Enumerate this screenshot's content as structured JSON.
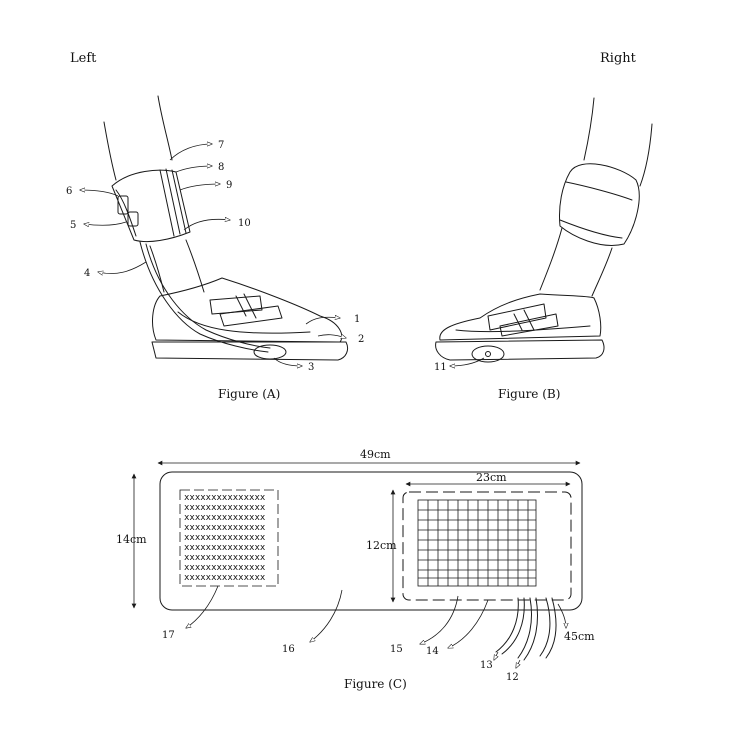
{
  "headers": {
    "left": "Left",
    "right": "Right"
  },
  "captions": {
    "a": "Figure (A)",
    "b": "Figure (B)",
    "c": "Figure (C)"
  },
  "callouts": {
    "n1": "1",
    "n2": "2",
    "n3": "3",
    "n4": "4",
    "n5": "5",
    "n6": "6",
    "n7": "7",
    "n8": "8",
    "n9": "9",
    "n10": "10",
    "n11": "11",
    "n12": "12",
    "n13": "13",
    "n14": "14",
    "n15": "15",
    "n16": "16",
    "n17": "17"
  },
  "dimensions": {
    "width_total": "49cm",
    "height_total": "14cm",
    "inner_width": "23cm",
    "inner_height": "12cm",
    "cable_length": "45cm"
  }
}
